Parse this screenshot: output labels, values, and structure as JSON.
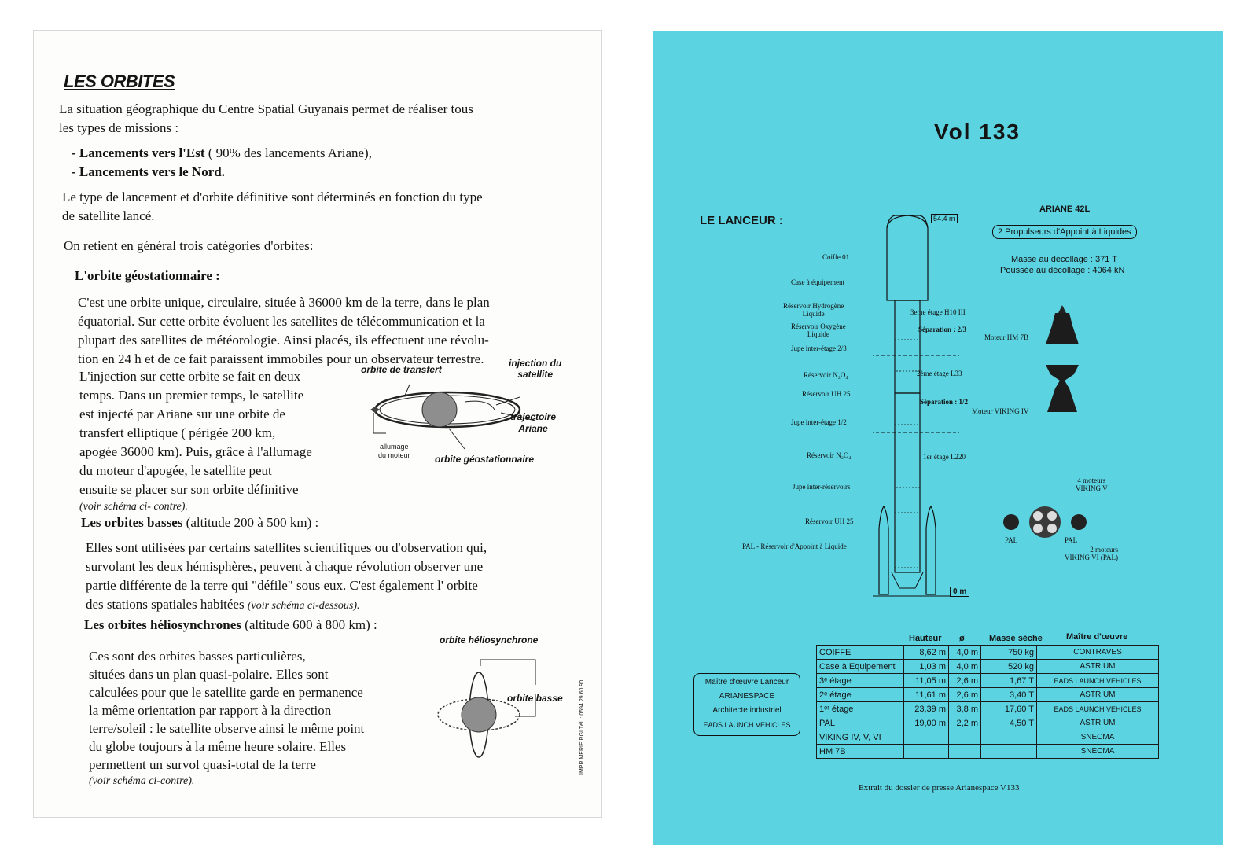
{
  "left": {
    "title": "LES ORBITES",
    "intro": [
      "La situation géographique du Centre Spatial Guyanais permet de réaliser tous",
      "les types de missions :"
    ],
    "launches": [
      {
        "bold": "- Lancements  vers l'Est",
        "rest": " ( 90% des lancements Ariane),"
      },
      {
        "bold": "- Lancements vers le Nord.",
        "rest": ""
      }
    ],
    "type_para": [
      "Le type de lancement et d'orbite définitive sont déterminés en fonction du type",
      "de satellite lancé."
    ],
    "retient": "On retient en général  trois catégories d'orbites:",
    "geo": {
      "heading": "L'orbite géostationnaire :",
      "lines": [
        "C'est une orbite unique, circulaire, située à 36000 km  de  la terre, dans le plan",
        "équatorial.  Sur cette  orbite évoluent les satellites de télécommunication  et la",
        "plupart des  satellites de météorologie. Ainsi placés,  ils effectuent une révolu-",
        "tion en 24 h  et de ce fait paraissent immobiles pour un  observateur terrestre."
      ],
      "injection_lines": [
        "L'injection sur cette orbite se fait en deux",
        "temps. Dans un premier temps, le satellite",
        "est injecté par Ariane sur  une orbite de",
        "transfert elliptique ( périgée 200 km,",
        "apogée 36000 km). Puis, grâce à l'allumage",
        "du moteur  d'apogée, le  satellite  peut",
        "ensuite se placer sur  son orbite définitive"
      ],
      "ref": "(voir schéma ci- contre).",
      "diagram": {
        "transfer": "orbite de transfert",
        "injection": [
          "injection du",
          "satellite"
        ],
        "trajectory": [
          "trajectoire",
          "Ariane"
        ],
        "ignition": [
          "allumage",
          "du moteur"
        ],
        "geo": "orbite géostationnaire"
      }
    },
    "low": {
      "heading": "Les orbites basses",
      "alt": "  (altitude 200 à 500 km) :",
      "lines": [
        "Elles sont utilisées par certains satellites scientifiques ou d'observation qui,",
        "survolant les deux hémisphères,  peuvent à chaque révolution observer une",
        "partie différente  de la terre  qui \"défile\" sous eux.  C'est également l' orbite"
      ],
      "last": "des stations spatiales habitées ",
      "ref": "(voir schéma ci-dessous)."
    },
    "helio": {
      "heading": "Les orbites héliosynchrones",
      "alt": "  (altitude 600 à 800 km) :",
      "lines": [
        "Ces sont des orbites basses particulières,",
        "situées dans un plan  quasi-polaire. Elles sont",
        "calculées pour que le satellite garde en permanence",
        "la même  orientation par rapport  à la direction",
        "terre/soleil : le satellite observe ainsi le même point",
        "du globe toujours à la même heure solaire. Elles",
        "permettent un survol quasi-total de la terre"
      ],
      "ref": "(voir schéma ci-contre).",
      "diagram": {
        "helio": "orbite héliosynchrone",
        "low": "orbite basse"
      }
    },
    "printer": "IMPRIMERIE RGI Tél. : 0594 29 60 90"
  },
  "right": {
    "vol": "Vol 133",
    "launcher": "LE LANCEUR :",
    "ariane": "ARIANE 42L",
    "boosters": "2 Propulseurs d'Appoint à Liquides",
    "mass": "Masse au décollage : 371 T",
    "thrust": "Poussée au décollage : 4064 kN",
    "height_tag": "54.4 m",
    "zero_tag": "0 m",
    "left_labels": {
      "coiffe": "Coiffe 01",
      "case": "Case à équipement",
      "h2": [
        "Réservoir Hydrogène",
        "Liquide"
      ],
      "o2": [
        "Réservoir Oxygène",
        "Liquide"
      ],
      "jupe23": "Jupe inter-étage 2/3",
      "n2o4_2": "Réservoir N₂O₄",
      "uh25_2": "Réservoir UH 25",
      "jupe12": "Jupe inter-étage  1/2",
      "n2o4_1": "Réservoir N₂O₄",
      "jupe_res": "Jupe inter-réservoirs",
      "uh25_1": "Réservoir UH 25",
      "pal": "PAL - Réservoir d'Appoint à Liquide"
    },
    "right_labels": {
      "e3": "3eme étage H10 III",
      "sep23": "Séparation : 2/3",
      "hm7b": "Moteur HM 7B",
      "e2": "2ème étage L33",
      "sep12": "Séparation : 1/2",
      "viking4": "Moteur VIKING IV",
      "e1": "1er étage L220",
      "four": [
        "4 moteurs",
        "VIKING V"
      ],
      "pal_a": "PAL",
      "pal_b": "PAL",
      "two": [
        "2 moteurs",
        "VIKING VI (PAL)"
      ]
    },
    "prime_box": [
      "Maître d'œuvre Lanceur",
      "ARIANESPACE",
      "Architecte industriel",
      "EADS LAUNCH VEHICLES"
    ],
    "table": {
      "headers": [
        "Hauteur",
        "ø",
        "Masse sèche",
        "Maître d'œuvre"
      ],
      "rows": [
        [
          "COIFFE",
          "8,62 m",
          "4,0 m",
          "750 kg",
          "CONTRAVES"
        ],
        [
          "Case à Equipement",
          "1,03 m",
          "4,0 m",
          "520 kg",
          "ASTRIUM"
        ],
        [
          "3ᵉ étage",
          "11,05 m",
          "2,6 m",
          "1,67 T",
          "EADS LAUNCH VEHICLES"
        ],
        [
          "2ᵉ étage",
          "11,61 m",
          "2,6 m",
          "3,40 T",
          "ASTRIUM"
        ],
        [
          "1ᵉʳ étage",
          "23,39 m",
          "3,8 m",
          "17,60 T",
          "EADS LAUNCH VEHICLES"
        ],
        [
          "PAL",
          "19,00 m",
          "2,2 m",
          "4,50 T",
          "ASTRIUM"
        ],
        [
          "VIKING IV, V, VI",
          "",
          "",
          "",
          "SNECMA"
        ],
        [
          "HM 7B",
          "",
          "",
          "",
          "SNECMA"
        ]
      ]
    },
    "footer": "Extrait du dossier de presse Arianespace V133"
  }
}
